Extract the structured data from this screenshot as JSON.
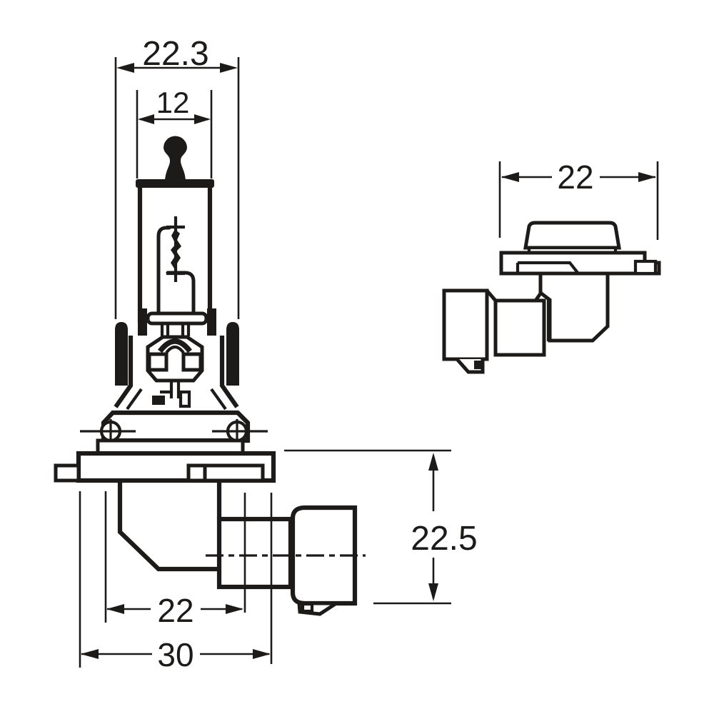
{
  "drawing": {
    "background_color": "#ffffff",
    "stroke_color": "#1d1b1a",
    "front_view": {
      "dim_overall_width": "22.3",
      "dim_tube_width": "12",
      "dim_body_width": "22",
      "dim_base_width": "30",
      "dim_height": "22.5"
    },
    "side_view": {
      "dim_width": "22"
    }
  }
}
